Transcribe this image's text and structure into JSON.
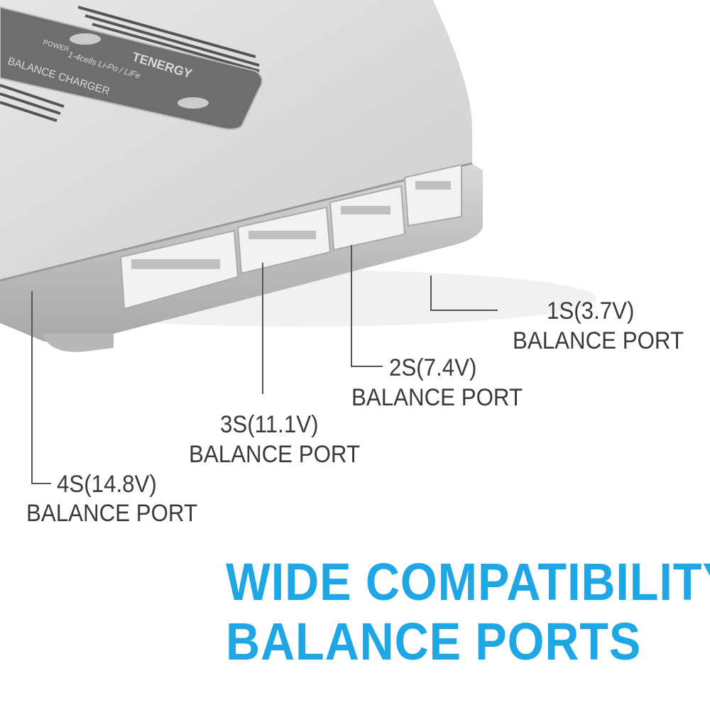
{
  "device": {
    "brand": "TENERGY",
    "model": "BALANCE CHARGER",
    "cells": "1-4cells Li-Po / LiFe",
    "power_label": "POWER"
  },
  "callouts": [
    {
      "voltage": "1S(3.7V)",
      "label": "BALANCE PORT"
    },
    {
      "voltage": "2S(7.4V)",
      "label": "BALANCE PORT"
    },
    {
      "voltage": "3S(11.1V)",
      "label": "BALANCE PORT"
    },
    {
      "voltage": "4S(14.8V)",
      "label": "BALANCE PORT"
    }
  ],
  "headline": {
    "line1": "WIDE COMPATIBILITY",
    "line2": "BALANCE PORTS"
  },
  "colors": {
    "accent": "#1ea7e4",
    "text": "#3a3a3a",
    "body": "#c9c9c9"
  }
}
